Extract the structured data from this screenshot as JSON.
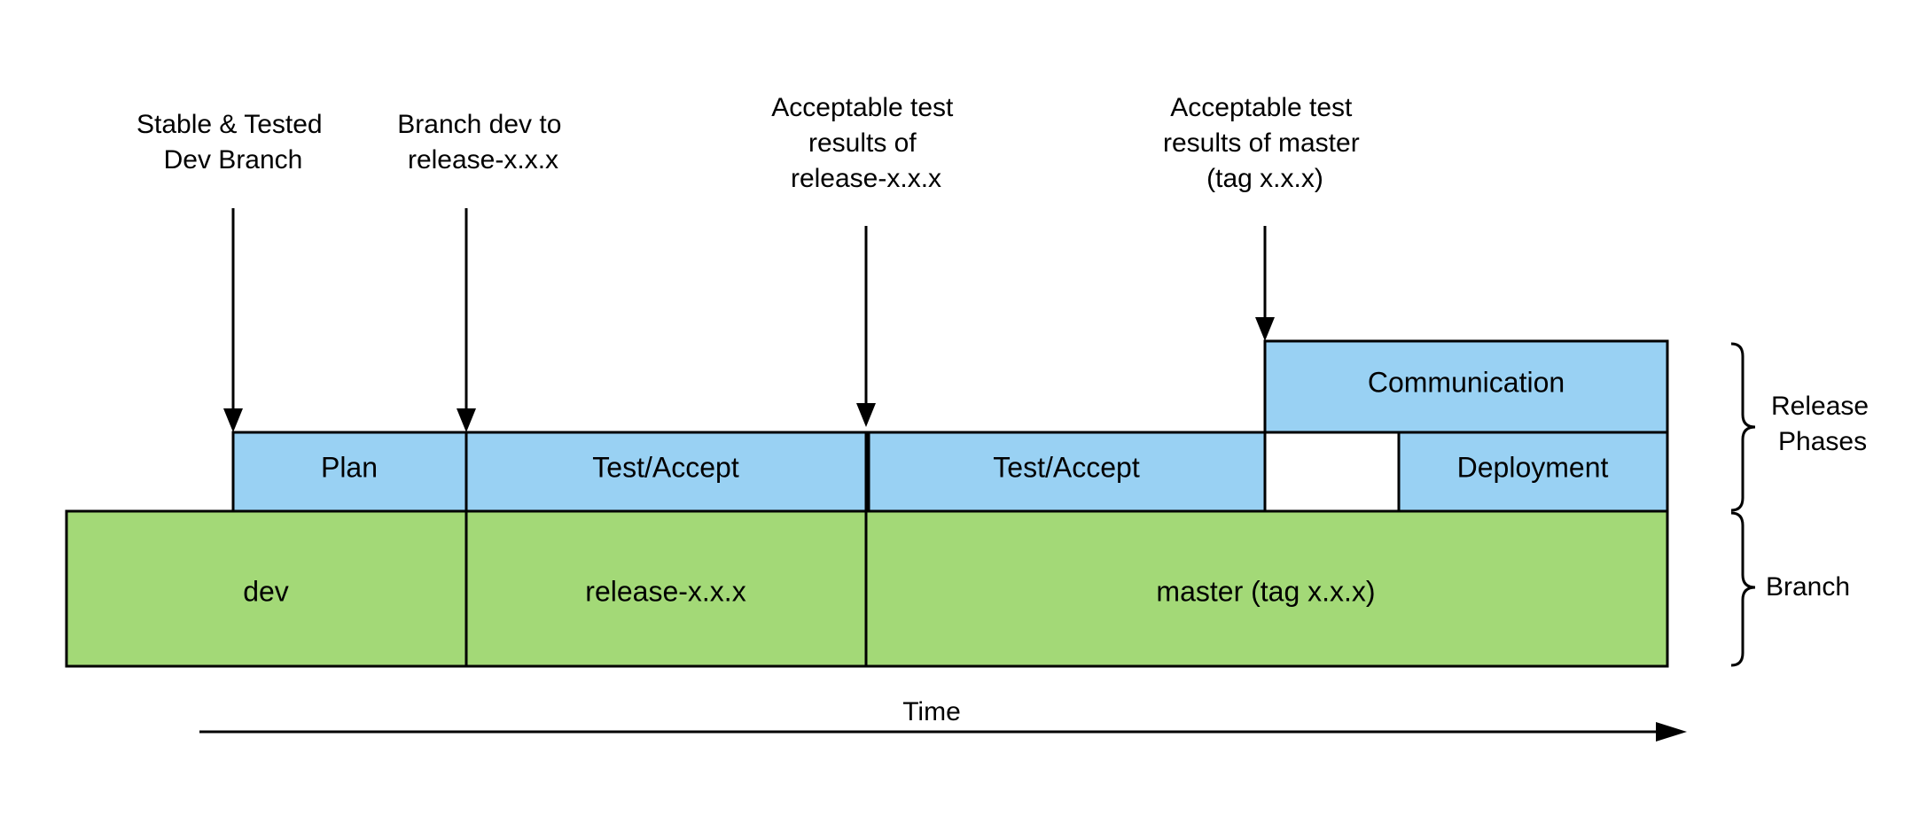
{
  "milestones": [
    {
      "lines": [
        "Stable & Tested",
        "Dev Branch"
      ]
    },
    {
      "lines": [
        "Branch dev to",
        "release-x.x.x"
      ]
    },
    {
      "lines": [
        "Acceptable test",
        "results of",
        "release-x.x.x"
      ]
    },
    {
      "lines": [
        "Acceptable test",
        "results of master",
        "(tag x.x.x)"
      ]
    }
  ],
  "phases": {
    "plan": "Plan",
    "test_accept_release": "Test/Accept",
    "test_accept_master": "Test/Accept",
    "communication": "Communication",
    "deployment": "Deployment"
  },
  "branches": {
    "dev": "dev",
    "release": "release-x.x.x",
    "master": "master (tag x.x.x)"
  },
  "groups": {
    "release_phases": [
      "Release",
      "Phases"
    ],
    "branch": "Branch"
  },
  "time_label": "Time",
  "colors": {
    "phase_fill": "#99d1f3",
    "branch_fill": "#a3d977",
    "stroke": "#000000"
  }
}
